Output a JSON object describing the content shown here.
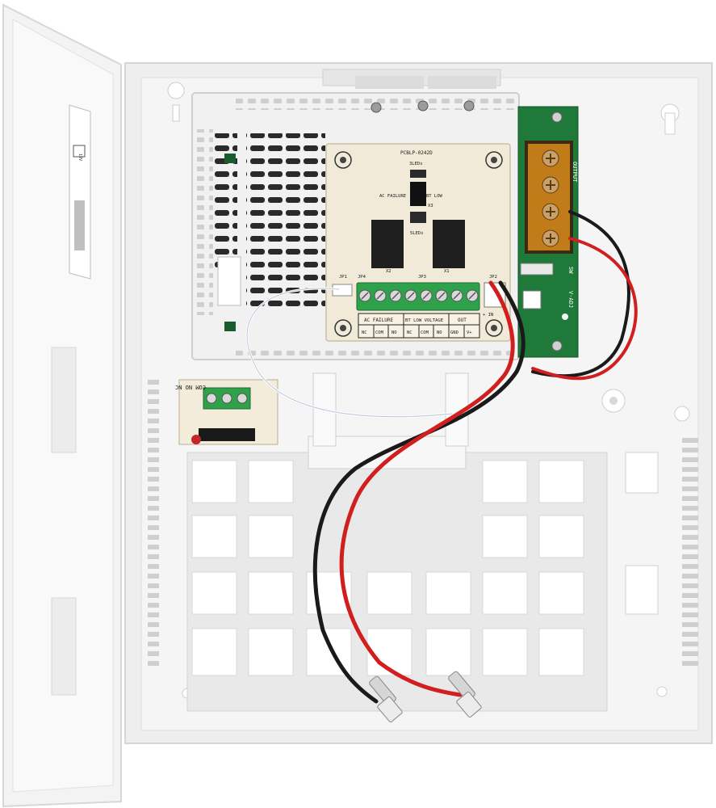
{
  "colors": {
    "enclosure": "#efefef",
    "enclosure_edge": "#cfcfcf",
    "board_cream": "#f2ead8",
    "terminal_green": "#2fa14a",
    "aux_pcb_green": "#1f7a3a",
    "fuse_amber": "#d98a1a",
    "wire_red": "#d11f1f",
    "wire_black": "#1a1a1a"
  },
  "pcb": {
    "model": "PCBLP-0242D",
    "leds3": "3LEDs",
    "leds5": "5LEDs",
    "ac_failure": "AC FAILURE",
    "bt_low": "BT LOW",
    "x3": "X3",
    "x2": "X2",
    "x1": "X1",
    "jp1": "JP1",
    "jp2": "JP2",
    "jp3": "JP3",
    "jp4": "JP4",
    "in_plus": "+ IN",
    "group_ac": "AC FAILURE",
    "group_bt": "BT LOW VOLTAGE",
    "group_out": "OUT",
    "terminals": [
      "NC",
      "COM",
      "NO",
      "NC",
      "COM",
      "NO",
      "GND",
      "V+"
    ]
  },
  "aux_board": {
    "output": "OUTPUT",
    "sw": "SW",
    "vadj": "V-ADJ"
  },
  "tamper": {
    "label": "COM NO NC"
  },
  "door_label": {
    "voltage": "12V"
  }
}
